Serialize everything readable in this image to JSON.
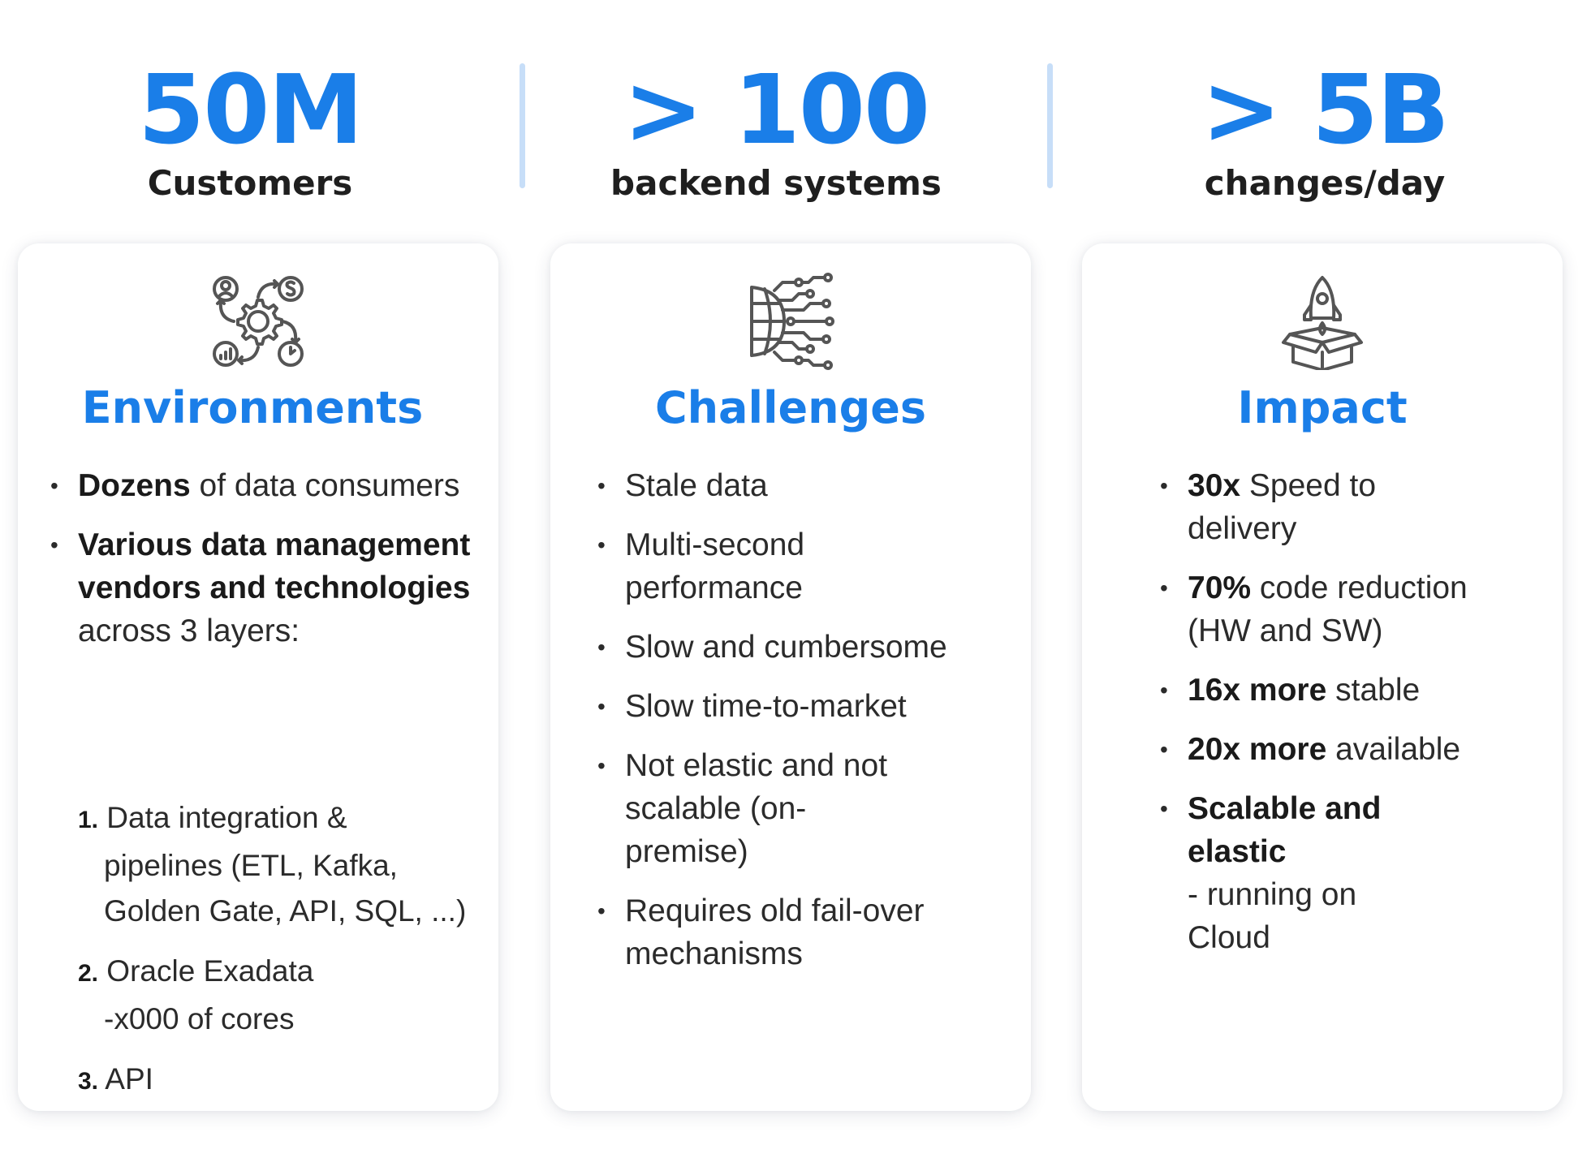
{
  "stats": [
    {
      "value": "50M",
      "label": "Customers"
    },
    {
      "value": "> 100",
      "label": "backend systems"
    },
    {
      "value": "> 5B",
      "label": "changes/day"
    }
  ],
  "colors": {
    "accent": "#1a7ee8",
    "divider": "#c7def8",
    "text": "#2b2b2b"
  },
  "cards": [
    {
      "title": "Environments",
      "icon": "gear-cycle-icon",
      "items": [
        {
          "bold": "Dozens",
          "text": " of data consumers"
        },
        {
          "bold": "Various data management vendors and technologies",
          "text": " across 3 layers:"
        }
      ],
      "subitems": [
        {
          "num": "1.",
          "line1": " Data integration &",
          "rest": "pipelines (ETL, Kafka, Golden Gate, API, SQL, ...)"
        },
        {
          "num": "2.",
          "line1": " Oracle Exadata",
          "rest": "-x000 of cores"
        },
        {
          "num": "3.",
          "line1": " API",
          "rest": ""
        }
      ]
    },
    {
      "title": "Challenges",
      "icon": "globe-circuit-icon",
      "items": [
        {
          "text": "Stale data"
        },
        {
          "text": "Multi-second performance"
        },
        {
          "text": "Slow and cumbersome"
        },
        {
          "text": "Slow time-to-market"
        },
        {
          "text": "Not elastic and not scalable (on-premise)"
        },
        {
          "text": "Requires old fail-over mechanisms"
        }
      ]
    },
    {
      "title": "Impact",
      "icon": "rocket-box-icon",
      "items": [
        {
          "bold": "30x",
          "text": " Speed to delivery"
        },
        {
          "bold": "70%",
          "text": " code reduction (HW and SW)"
        },
        {
          "bold": "16x more",
          "text": " stable"
        },
        {
          "bold": "20x more",
          "text": " available"
        },
        {
          "bold": "Scalable and elastic",
          "text": "- running on Cloud"
        }
      ]
    }
  ]
}
